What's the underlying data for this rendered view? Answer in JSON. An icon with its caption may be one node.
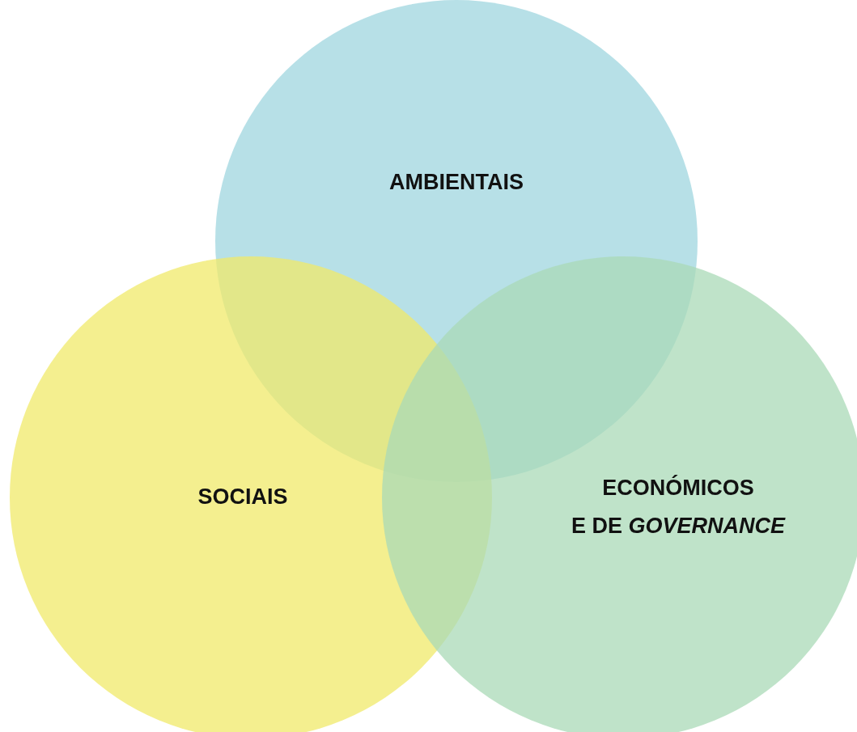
{
  "diagram": {
    "nodes": [
      {
        "text": [
          "AMBIENTAIS"
        ]
      },
      {
        "text": [
          "SOCIAIS"
        ]
      },
      {
        "text": [
          "ECONÓMICOS E DE *GOVERNANCE*"
        ]
      }
    ]
  }
}
